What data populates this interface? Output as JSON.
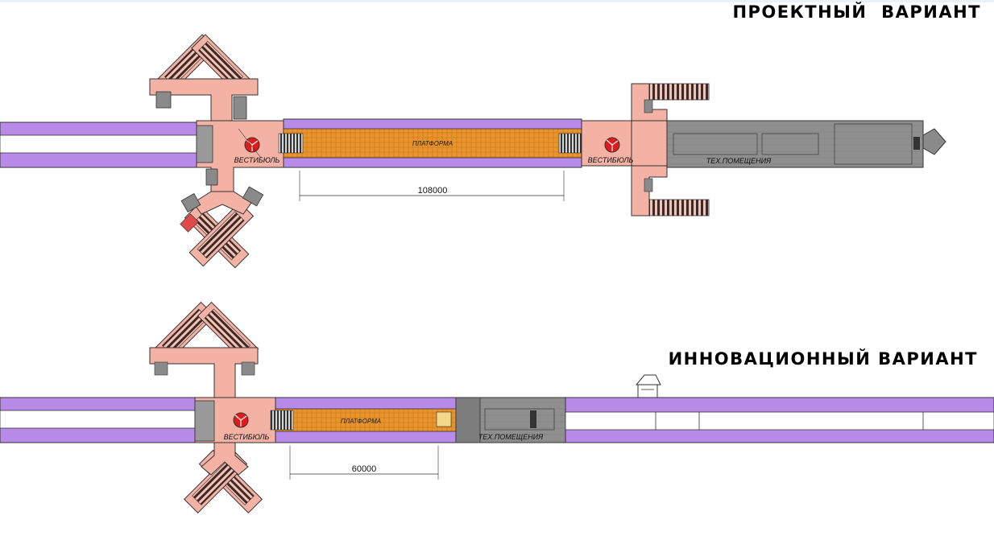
{
  "headings": {
    "project": "ПРОЕКТНЫЙ  ВАРИАНТ",
    "innovative": "ИННОВАЦИОННЫЙ ВАРИАНТ"
  },
  "labels": {
    "platform": "ПЛАТФОРМА",
    "vestibule": "ВЕСТИБЮЛЬ",
    "tech_rooms": "ТЕХ.ПОМЕЩЕНИЯ"
  },
  "dimensions": {
    "project_platform_length": "108000",
    "innovative_platform_length": "60000"
  },
  "colors": {
    "track": "#b98be8",
    "vestibule": "#f3b2a4",
    "platform": "#e8952e",
    "tech": "#8a8a8a",
    "turnstile": "#e01b1b"
  }
}
